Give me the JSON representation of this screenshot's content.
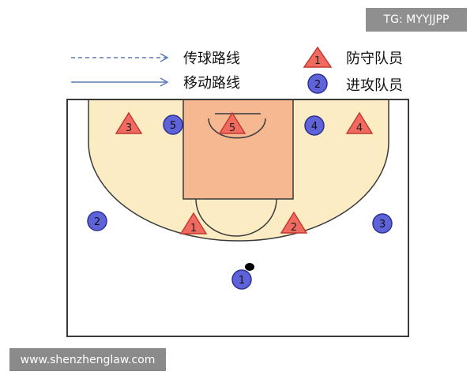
{
  "badge_text": "TG: MYYJJPP",
  "watermark_text": "www.shenzhenglaw.com",
  "legend": {
    "pass_route_label": "传球路线",
    "move_route_label": "移动路线",
    "defender_label": "防守队员",
    "defender_sample_number": "1",
    "attacker_label": "进攻队员",
    "attacker_sample_number": "2"
  },
  "players": {
    "defenders": [
      "1",
      "2",
      "3",
      "4",
      "5"
    ],
    "attackers": [
      "1",
      "2",
      "3",
      "4",
      "5"
    ]
  },
  "colors": {
    "court_line": "#3a3a3a",
    "three_point_fill": "#fcecc4",
    "paint_fill": "#f5b890",
    "defender_fill": "#f06a60",
    "defender_stroke": "#c23a32",
    "attacker_fill": "#5e63d9",
    "attacker_stroke": "#2d3290",
    "route_line": "#5b78b8"
  }
}
